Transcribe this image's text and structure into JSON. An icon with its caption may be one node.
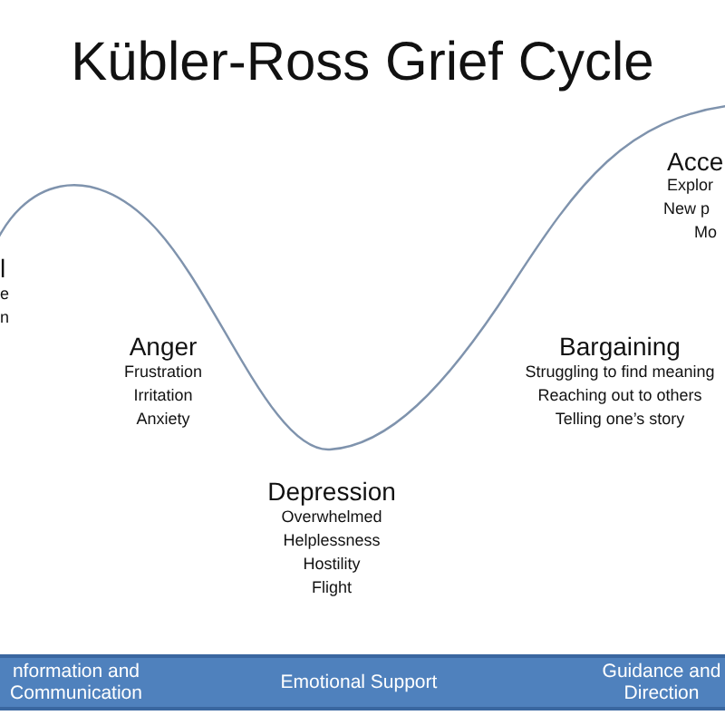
{
  "diagram": {
    "title": "Kübler-Ross Grief Cycle",
    "labels": [
      "Acce",
      "Explor",
      "New p",
      "Mo",
      "l",
      "e",
      "n",
      "Anger",
      "Frustration",
      "Irritation",
      "Anxiety",
      "Bargaining",
      "Struggling to find meaning",
      "Reaching out to others",
      "Telling one’s story",
      "Depression",
      "Overwhelmed",
      "Helplessness",
      "Hostility",
      "Flight",
      "nformation and Communication",
      "Emotional Support",
      "Guidance and Direction"
    ]
  }
}
